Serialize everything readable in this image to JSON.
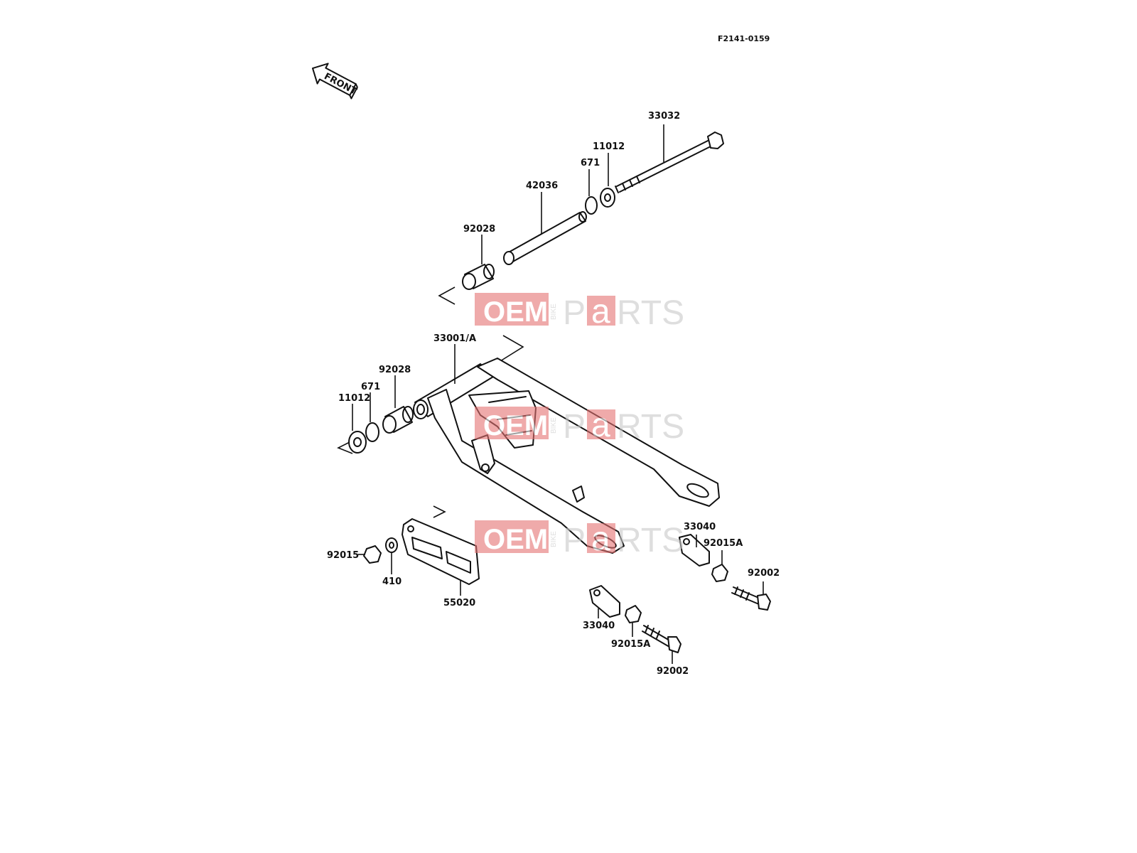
{
  "diagram_code": "F2141-0159",
  "front_arrow_label": "FRONT",
  "labels": {
    "bolt_33032": "33032",
    "washer_11012_top": "11012",
    "ring_671_top": "671",
    "sleeve_42036": "42036",
    "bushing_92028_top": "92028",
    "swingarm_33001a": "33001/A",
    "bushing_92028_left": "92028",
    "ring_671_left": "671",
    "washer_11012_left": "11012",
    "nut_92015": "92015",
    "washer_410": "410",
    "guide_55020": "55020",
    "plate_33040_right": "33040",
    "collar_92015a_right": "92015A",
    "bolt_92002_right": "92002",
    "plate_33040_bottom": "33040",
    "collar_92015a_bottom": "92015A",
    "bolt_92002_bottom": "92002"
  },
  "watermark": {
    "left": "OEM",
    "middle": "BIKE",
    "right_p": "P",
    "right_a": "a",
    "right_rest": "RTS"
  }
}
